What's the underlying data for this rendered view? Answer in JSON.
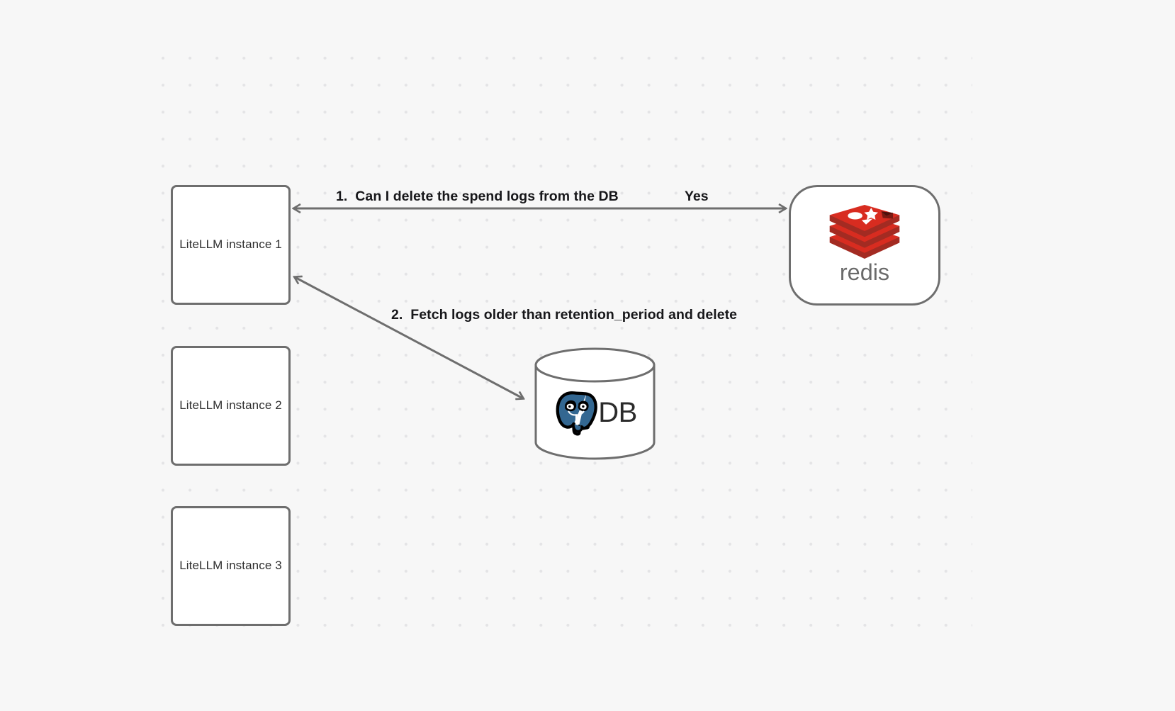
{
  "diagram": {
    "background_color": "#f7f7f7",
    "grid": "dot-grid",
    "nodes": {
      "litellm_1": {
        "label": "LiteLLM instance 1"
      },
      "litellm_2": {
        "label": "LiteLLM instance 2"
      },
      "litellm_3": {
        "label": "LiteLLM instance 3"
      },
      "redis": {
        "label": "redis",
        "logo_color": "#d82c20",
        "wordmark_color": "#6b6b6b"
      },
      "database": {
        "label": "DB",
        "logo": "postgresql-elephant-icon",
        "logo_color": "#336791"
      }
    },
    "edges": [
      {
        "id": "edge-1",
        "from": "litellm_1",
        "to": "redis",
        "direction": "bidirectional",
        "label": "1.  Can I delete the spend logs from the DB",
        "reply_label": "Yes",
        "color": "#6e6e6e"
      },
      {
        "id": "edge-2",
        "from": "database",
        "to": "litellm_1",
        "direction": "bidirectional",
        "label": "2.  Fetch logs older than retention_period and delete",
        "color": "#6e6e6e"
      }
    ]
  }
}
